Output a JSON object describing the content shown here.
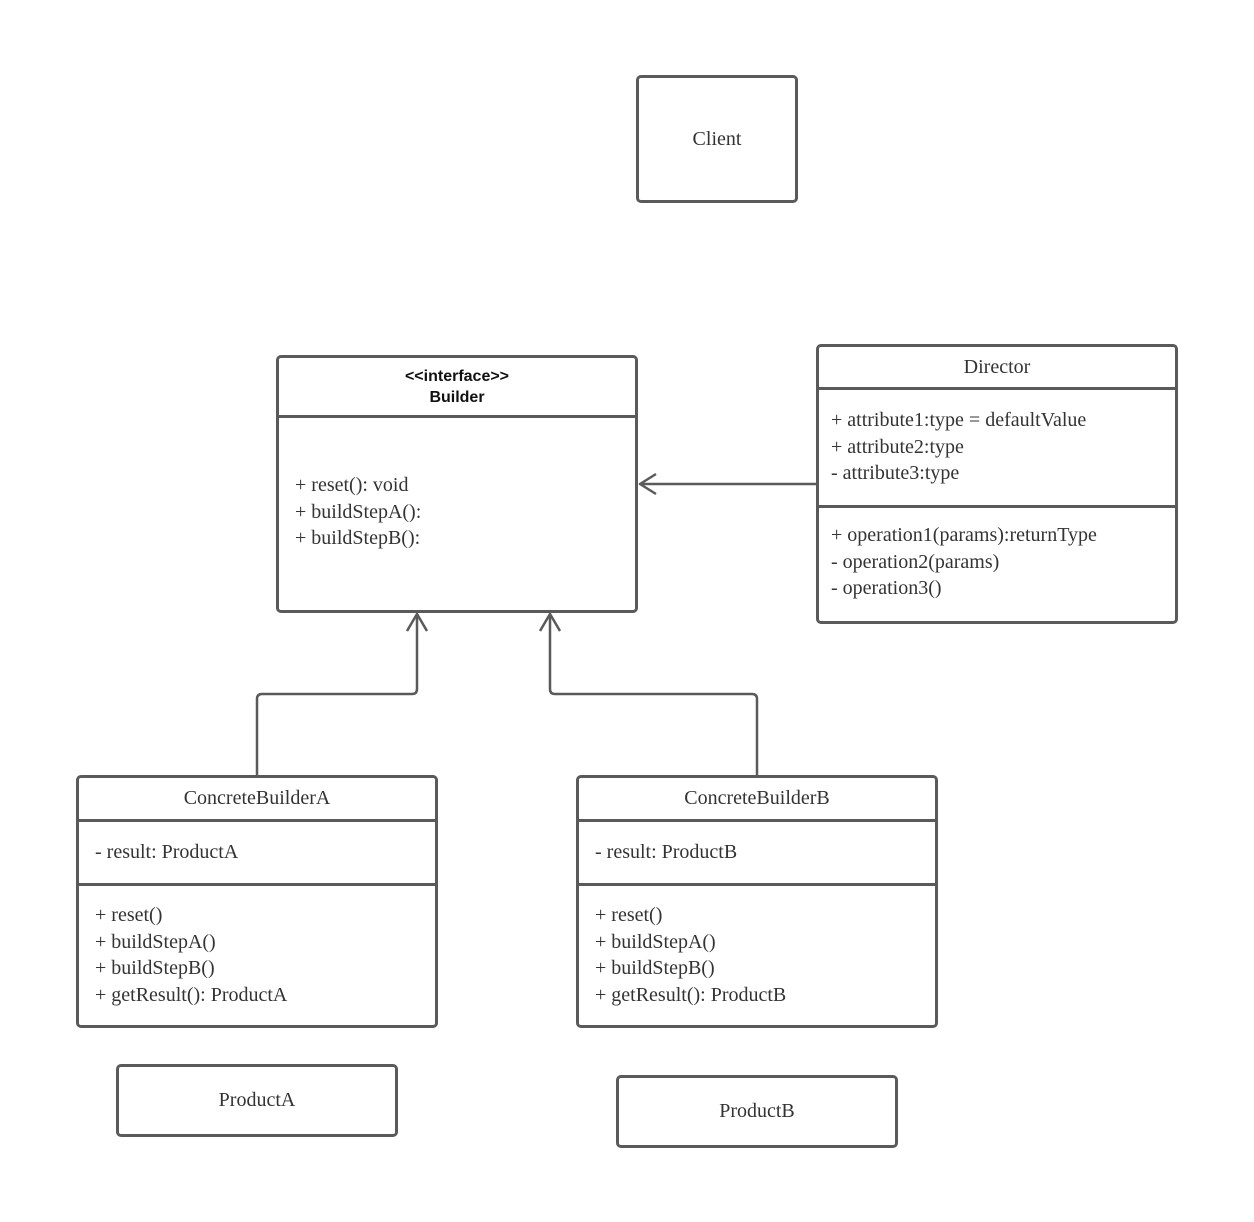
{
  "colors": {
    "stroke": "#5a5a5a",
    "text": "#333333",
    "background": "#ffffff"
  },
  "client": {
    "name": "Client"
  },
  "builder": {
    "stereotype": "<<interface>>",
    "name": "Builder",
    "methods": [
      "+ reset(): void",
      "+ buildStepA():",
      "+ buildStepB():"
    ]
  },
  "director": {
    "name": "Director",
    "attributes": [
      "+ attribute1:type = defaultValue",
      "+ attribute2:type",
      "- attribute3:type"
    ],
    "methods": [
      "+ operation1(params):returnType",
      "- operation2(params)",
      "- operation3()"
    ]
  },
  "concrete_builder_a": {
    "name": "ConcreteBuilderA",
    "attributes": [
      "- result: ProductA"
    ],
    "methods": [
      "+ reset()",
      "+ buildStepA()",
      "+ buildStepB()",
      "+ getResult(): ProductA"
    ]
  },
  "concrete_builder_b": {
    "name": "ConcreteBuilderB",
    "attributes": [
      "- result: ProductB"
    ],
    "methods": [
      "+ reset()",
      "+ buildStepA()",
      "+ buildStepB()",
      "+ getResult(): ProductB"
    ]
  },
  "product_a": {
    "name": "ProductA"
  },
  "product_b": {
    "name": "ProductB"
  }
}
